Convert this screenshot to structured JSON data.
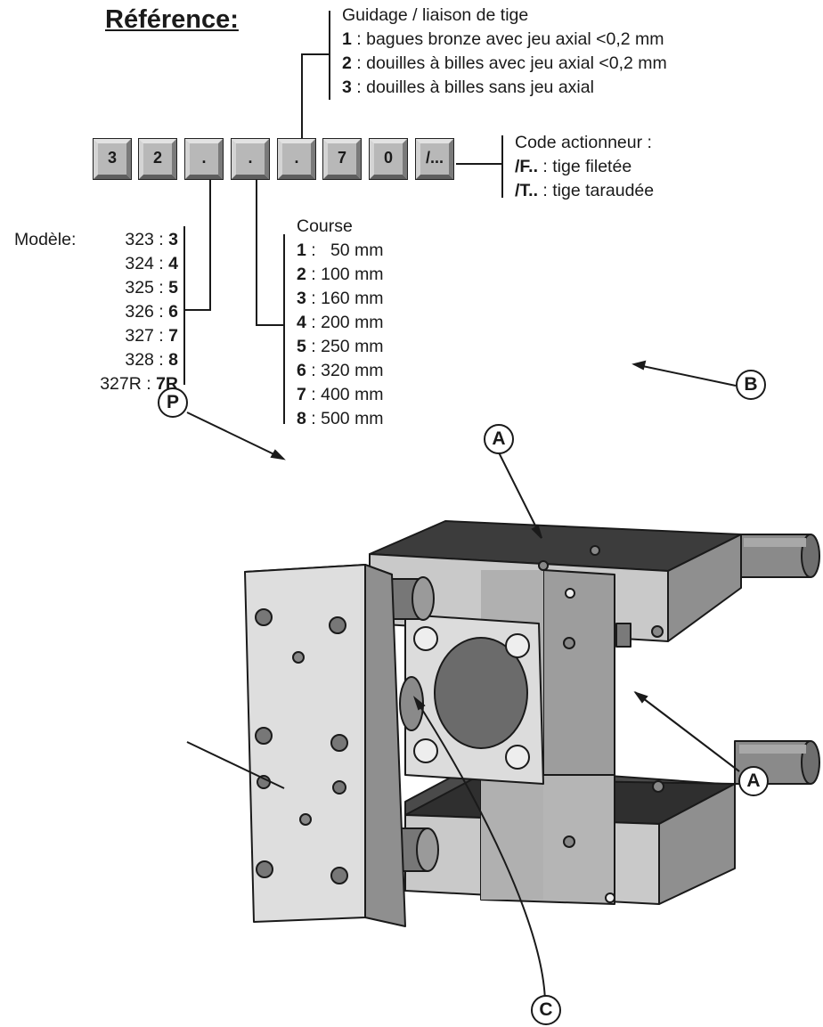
{
  "title": "Référence:",
  "code_keys": [
    "3",
    "2",
    ".",
    ".",
    ".",
    "7",
    "0",
    "/..."
  ],
  "guidage": {
    "header": "Guidage / liaison de tige",
    "items": [
      {
        "code": "1",
        "text": " : bagues bronze avec jeu axial <0,2 mm"
      },
      {
        "code": "2",
        "text": " : douilles à billes avec jeu axial <0,2 mm"
      },
      {
        "code": "3",
        "text": " : douilles à billes sans jeu axial"
      }
    ]
  },
  "actionneur": {
    "header": "Code actionneur :",
    "items": [
      {
        "code": "/F..",
        "text": "  :  tige filetée"
      },
      {
        "code": "/T..",
        "text": "  :  tige taraudée"
      }
    ]
  },
  "modele": {
    "label": "Modèle:",
    "items": [
      {
        "name": "323 : ",
        "code": "3"
      },
      {
        "name": "324 : ",
        "code": "4"
      },
      {
        "name": "325 : ",
        "code": "5"
      },
      {
        "name": "326 : ",
        "code": "6"
      },
      {
        "name": "327 : ",
        "code": "7"
      },
      {
        "name": "328 : ",
        "code": "8"
      },
      {
        "name": "327R : ",
        "code": "7R"
      }
    ]
  },
  "course": {
    "header": "Course",
    "items": [
      {
        "code": "1",
        "text": " :   50 mm"
      },
      {
        "code": "2",
        "text": " : 100 mm"
      },
      {
        "code": "3",
        "text": " : 160 mm"
      },
      {
        "code": "4",
        "text": " : 200 mm"
      },
      {
        "code": "5",
        "text": " : 250 mm"
      },
      {
        "code": "6",
        "text": " : 320 mm"
      },
      {
        "code": "7",
        "text": " : 400 mm"
      },
      {
        "code": "8",
        "text": " : 500 mm"
      }
    ]
  },
  "callouts": {
    "a_top": "A",
    "b": "B",
    "p": "P",
    "a_bottom": "A",
    "c": "C"
  }
}
